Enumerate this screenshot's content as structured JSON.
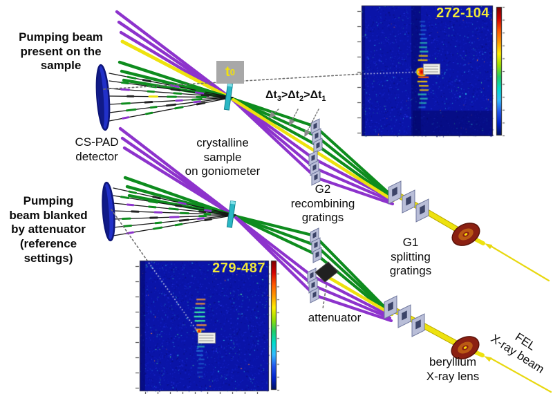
{
  "labels": {
    "pump_present": {
      "l1": "Pumping beam",
      "l2": "present on the",
      "l3": "sample"
    },
    "detector": {
      "l1": "CS-PAD",
      "l2": "detector"
    },
    "sample": {
      "l1": "crystalline",
      "l2": "sample",
      "l3": "on goniometer"
    },
    "pump_blanked": {
      "l1": "Pumping",
      "l2": "beam blanked",
      "l3": "by attenuator",
      "l4": "(reference",
      "l5": "settings)"
    },
    "g2": {
      "l1": "G2",
      "l2": "recombining",
      "l3": "gratings"
    },
    "g1": {
      "l1": "G1",
      "l2": "splitting",
      "l3": "gratings"
    },
    "attenuator": "attenuator",
    "be_lens": {
      "l1": "beryllium",
      "l2": "X-ray lens"
    },
    "fel": {
      "l1": "FEL",
      "l2": "X-ray beam"
    },
    "t0": {
      "main": "t",
      "sub": "0"
    },
    "delays": {
      "p1": "Δt",
      "s1": "3",
      "p2": ">Δt",
      "s2": "2",
      "p3": ">Δt",
      "s3": "1"
    }
  },
  "panels": {
    "pumped": {
      "id": "272-104"
    },
    "reference": {
      "id": "279-487"
    },
    "colorbar_colors": [
      "#7a0000",
      "#d40000",
      "#ff5500",
      "#ff9900",
      "#ffee00",
      "#9ae000",
      "#22cc66",
      "#00ddcc",
      "#33bbff",
      "#2255ee",
      "#0022cc",
      "#001060"
    ]
  },
  "colors": {
    "beam_green": "#0e8c1e",
    "beam_purple": "#8d33cc",
    "beam_yellow": "#eee20e",
    "beam_black": "#151515",
    "detector_blue": "#2130c8",
    "detector_blue_dark": "#0d1578",
    "sample_cyan": "#2ab7c4",
    "grating_gray": "#b9bed8",
    "grating_edge": "#6f779e",
    "attenuator_dark": "#202020",
    "lens_red": "#8b2012",
    "lens_inner": "#bb5a14",
    "dotted_gray": "#6e6e6e",
    "panel_bg_blue": "#0a14a8",
    "panel_label_yellow": "#f0e83a",
    "t0_bg": "#a8a8a8",
    "t0_text": "#f2e20c"
  }
}
